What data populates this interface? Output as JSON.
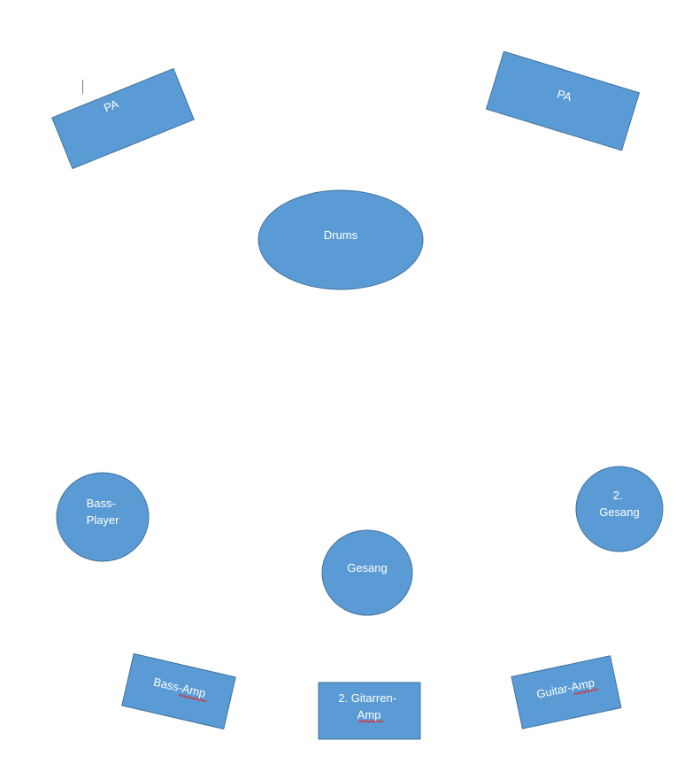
{
  "diagram": {
    "fill_color": "#5b9bd5",
    "stroke_color": "#41719c",
    "text_color": "#ffffff",
    "spellcheck_color": "#e0282a",
    "shapes": {
      "pa_left": {
        "lines": [
          "PA"
        ]
      },
      "pa_right": {
        "lines": [
          "PA"
        ]
      },
      "drums": {
        "lines": [
          "Drums"
        ]
      },
      "bass_player": {
        "lines": [
          "Bass-",
          "Player"
        ]
      },
      "gesang": {
        "lines": [
          "Gesang"
        ]
      },
      "gesang_2": {
        "lines": [
          "2.",
          "Gesang"
        ]
      },
      "bass_amp": {
        "lines": [
          "Bass-Amp"
        ]
      },
      "gitarren_amp_2": {
        "lines": [
          "2. Gitarren-",
          "Amp"
        ]
      },
      "guitar_amp": {
        "lines": [
          "Guitar-Amp"
        ]
      }
    }
  }
}
